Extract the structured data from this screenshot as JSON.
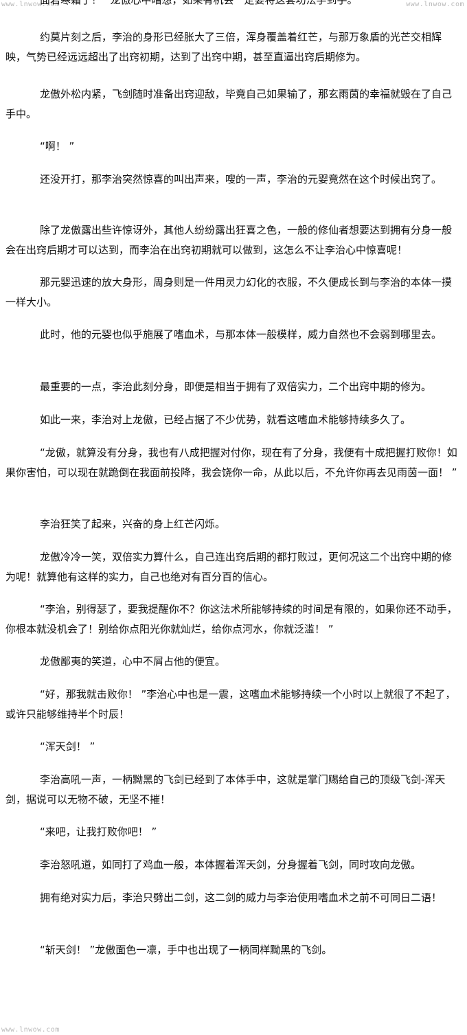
{
  "watermark": {
    "top_left": "www.lnwow.com",
    "top_right": "www.lnwow.com",
    "bottom_left": "www.lnwow.com"
  },
  "paragraphs": [
    "面若寒霜了！ ”龙傲心中暗想，如果有机会一定要将这套功法学到手。",
    "约莫片刻之后，李治的身形已经胀大了三倍，浑身覆盖着红芒，与那万象盾的光芒交相辉映，气势已经远远超出了出窍初期，达到了出窍中期，甚至直逼出窍后期修为。",
    "龙傲外松内紧，飞剑随时准备出窍迎敌，毕竟自己如果输了，那玄雨茵的幸福就毁在了自己手中。",
    "“啊！ ”",
    "还没开打，那李治突然惊喜的叫出声来，嗖的一声，李治的元婴竟然在这个时候出窍了。",
    "除了龙傲露出些许惊讶外，其他人纷纷露出狂喜之色，一般的修仙者想要达到拥有分身一般会在出窍后期才可以达到，而李治在出窍初期就可以做到，这怎么不让李治心中惊喜呢！",
    "那元婴迅速的放大身形，周身则是一件用灵力幻化的衣服，不久便成长到与李治的本体一摸一样大小。",
    "此时，他的元婴也似乎施展了嗜血术，与那本体一般模样，威力自然也不会弱到哪里去。",
    "最重要的一点，李治此刻分身，即便是相当于拥有了双倍实力，二个出窍中期的修为。",
    "如此一来，李治对上龙傲，已经占据了不少优势，就看这嗜血术能够持续多久了。",
    "“龙傲，就算没有分身，我也有八成把握对付你，现在有了分身，我便有十成把握打败你！如果你害怕，可以现在就跪倒在我面前投降，我会饶你一命，从此以后，不允许你再去见雨茵一面！ ”",
    "李治狂笑了起来，兴奋的身上红芒闪烁。",
    "龙傲冷冷一笑，双倍实力算什么，自己连出窍后期的都打败过，更何况这二个出窍中期的修为呢！就算他有这样的实力，自己也绝对有百分百的信心。",
    "“李治，别得瑟了，要我提醒你不？你这法术所能够持续的时间是有限的，如果你还不动手，你根本就没机会了！别给你点阳光你就灿烂，给你点河水，你就泛滥！ ”",
    "龙傲鄙夷的笑道，心中不屑占他的便宜。",
    "“好，那我就击败你！ ”李治心中也是一震，这嗜血术能够持续一个小时以上就很了不起了，或许只能够维持半个时辰！",
    "“浑天剑！ ”",
    "李治高吼一声，一柄黝黑的飞剑已经到了本体手中，这就是掌门赐给自己的顶级飞剑-浑天剑，据说可以无物不破，无坚不摧！",
    "“来吧，让我打败你吧！ ”",
    "李治怒吼道，如同打了鸡血一般，本体握着浑天剑，分身握着飞剑，同时攻向龙傲。",
    "拥有绝对实力后，李治只劈出二剑，这二剑的威力与李治使用嗜血术之前不可同日二语！",
    "“斩天剑！ ”龙傲面色一凛，手中也出现了一柄同样黝黑的飞剑。"
  ]
}
